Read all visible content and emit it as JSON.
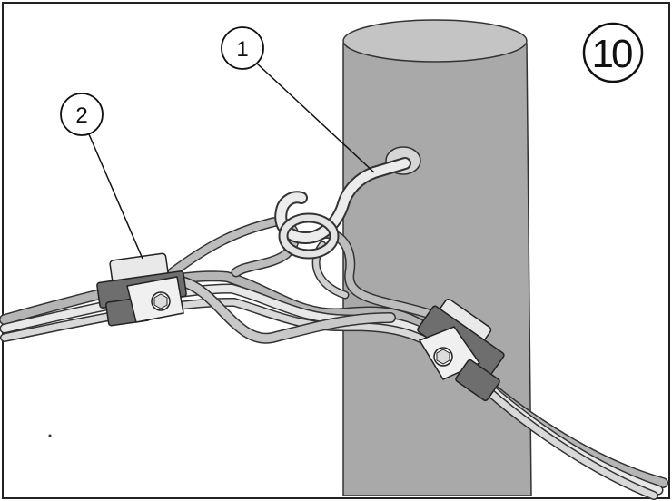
{
  "step_number": "10",
  "callouts": [
    {
      "label": "1",
      "part": "hook"
    },
    {
      "label": "2",
      "part": "clamp"
    }
  ],
  "colors": {
    "pole": "#a9a9a9",
    "pole_top": "#c4c4c4",
    "cable_light": "#e8e8e8",
    "cable_mid": "#b5b5b5",
    "clamp_dark": "#6e6e6e",
    "outline": "#222222"
  }
}
